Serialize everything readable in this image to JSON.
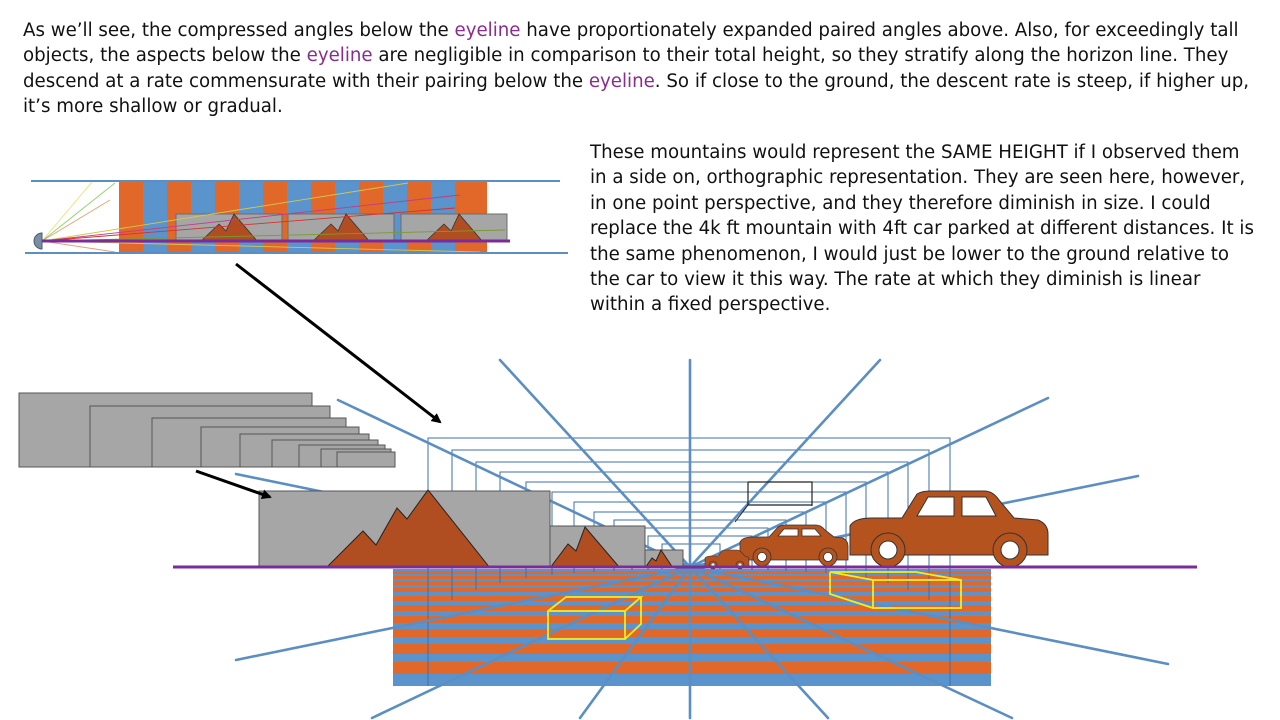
{
  "intro": {
    "segments": [
      {
        "text": "As we’ll see, the compressed angles below the ",
        "kw": false
      },
      {
        "text": "eyeline",
        "kw": true
      },
      {
        "text": " have proportionately expanded paired angles above.  Also, for exceedingly tall objects, the aspects below the ",
        "kw": false
      },
      {
        "text": "eyeline",
        "kw": true
      },
      {
        "text": " are negligible in comparison to their total height, so they stratify along the horizon line.  They descend at a rate commensurate with their pairing below the ",
        "kw": false
      },
      {
        "text": "eyeline",
        "kw": true
      },
      {
        "text": ".  So if close to the ground, the descent rate is steep, if higher up, it’s more shallow or gradual.",
        "kw": false
      }
    ]
  },
  "side_note": {
    "text": "These mountains would represent the SAME HEIGHT if I observed them in a side on, orthographic representation.  They are seen here, however, in one point perspective, and they therefore diminish in size.  I could replace the 4k ft mountain with 4ft car parked at different distances.  It is the same phenomenon, I would just be lower to the ground relative to the car to view it this way.  The rate at which they diminish is linear within a fixed perspective."
  },
  "colors": {
    "eyeline_keyword": "#8a2c8f",
    "eyeline_line": "#7a2c9a",
    "grid_blue": "#5b8ec2",
    "stripe_orange": "#e2682a",
    "stripe_blue": "#5b93cc",
    "mountain_brown": "#b04e22",
    "box_gray": "#a6a6a6",
    "car_brown": "#b5531f",
    "highlight_yellow": "#f2ee1c",
    "arrow_black": "#000000"
  }
}
